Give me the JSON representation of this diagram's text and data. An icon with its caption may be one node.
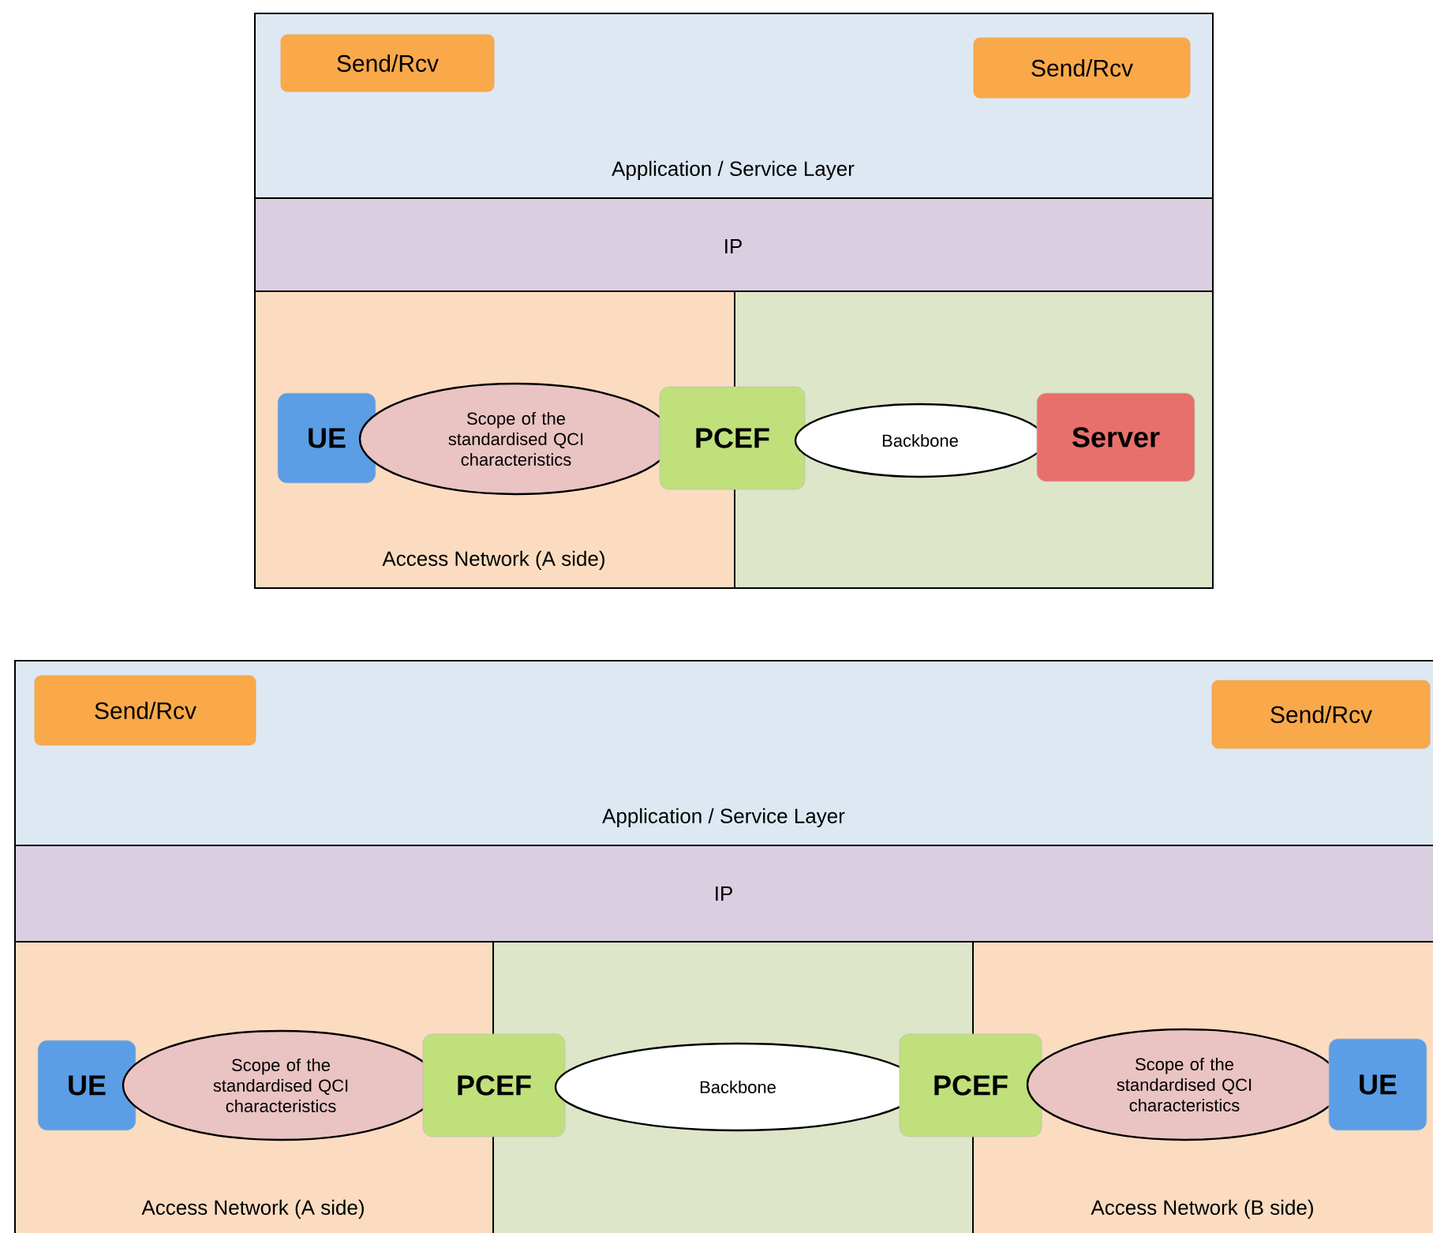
{
  "diagram": {
    "nodes": [
      {
        "text": [
          "Application / Service Layer"
        ]
      },
      {
        "text": [
          "Send/Rcv"
        ],
        "in": 0
      },
      {
        "text": [
          "Send/Rcv"
        ],
        "in": 0
      },
      {
        "text": [
          "IP"
        ]
      },
      {
        "text": [
          "Access Network (A side)"
        ]
      },
      {
        "text": [],
        "shape": "box"
      },
      {
        "text": [
          "UE"
        ],
        "in": 4
      },
      {
        "text": [
          "Scope of the standardised QCI characteristics"
        ],
        "in": 4
      },
      {
        "text": [
          "PCEF"
        ]
      },
      {
        "text": [
          "Backbone"
        ],
        "in": 5
      },
      {
        "text": [
          "Server"
        ],
        "in": 5
      },
      {
        "text": [
          "Application / Service Layer"
        ]
      },
      {
        "text": [
          "Send/Rcv"
        ],
        "in": 11
      },
      {
        "text": [
          "Send/Rcv"
        ],
        "in": 11
      },
      {
        "text": [
          "IP"
        ]
      },
      {
        "text": [
          "Access Network (A side)"
        ]
      },
      {
        "text": [],
        "shape": "box"
      },
      {
        "text": [
          "Access Network (B side)"
        ]
      },
      {
        "text": [
          "UE"
        ],
        "in": 15
      },
      {
        "text": [
          "Scope of the standardised QCI characteristics"
        ],
        "in": 15
      },
      {
        "text": [
          "PCEF"
        ]
      },
      {
        "text": [
          "Backbone"
        ],
        "in": 16
      },
      {
        "text": [
          "PCEF"
        ]
      },
      {
        "text": [
          "Scope of the standardised QCI characteristics"
        ],
        "in": 17
      },
      {
        "text": [
          "UE"
        ],
        "in": 17
      }
    ],
    "edges": []
  }
}
